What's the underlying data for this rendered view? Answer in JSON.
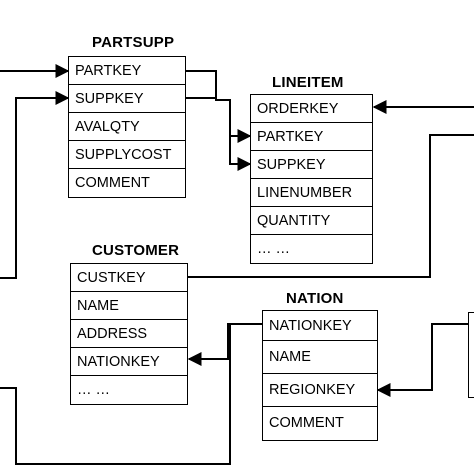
{
  "partsupp": {
    "title": "PARTSUPP",
    "fields": [
      "PARTKEY",
      "SUPPKEY",
      "AVALQTY",
      "SUPPLYCOST",
      "COMMENT"
    ]
  },
  "lineitem": {
    "title": "LINEITEM",
    "fields": [
      "ORDERKEY",
      "PARTKEY",
      "SUPPKEY",
      "LINENUMBER",
      "QUANTITY",
      "… …"
    ]
  },
  "customer": {
    "title": "CUSTOMER",
    "fields": [
      "CUSTKEY",
      "NAME",
      "ADDRESS",
      "NATIONKEY",
      "… …"
    ]
  },
  "nation": {
    "title": "NATION",
    "fields": [
      "NATIONKEY",
      "NAME",
      "REGIONKEY",
      "COMMENT"
    ]
  }
}
